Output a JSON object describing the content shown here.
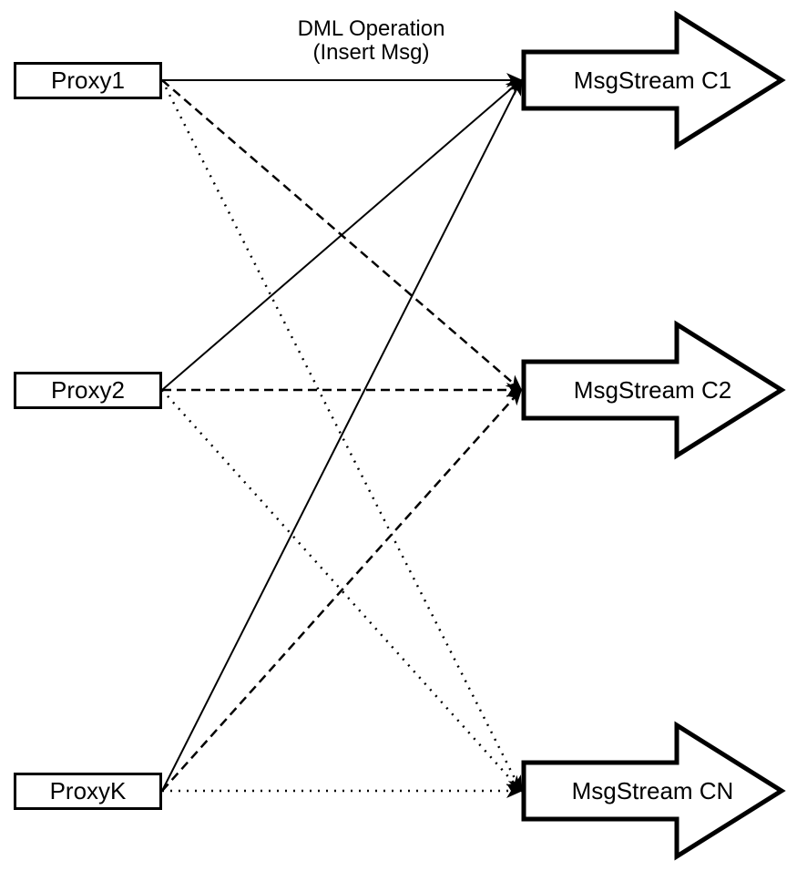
{
  "diagram": {
    "annotation": {
      "line1": "DML Operation",
      "line2": "(Insert Msg)"
    },
    "proxies": [
      {
        "id": "proxy1",
        "label": "Proxy1"
      },
      {
        "id": "proxy2",
        "label": "Proxy2"
      },
      {
        "id": "proxyk",
        "label": "ProxyK"
      }
    ],
    "streams": [
      {
        "id": "c1",
        "label": "MsgStream C1"
      },
      {
        "id": "c2",
        "label": "MsgStream C2"
      },
      {
        "id": "cn",
        "label": "MsgStream CN"
      }
    ],
    "edges": [
      {
        "from": "proxy1",
        "to": "c1",
        "style": "solid"
      },
      {
        "from": "proxy2",
        "to": "c1",
        "style": "solid"
      },
      {
        "from": "proxyk",
        "to": "c1",
        "style": "solid"
      },
      {
        "from": "proxy1",
        "to": "c2",
        "style": "dashed"
      },
      {
        "from": "proxy2",
        "to": "c2",
        "style": "dashed"
      },
      {
        "from": "proxyk",
        "to": "c2",
        "style": "dashed"
      },
      {
        "from": "proxy1",
        "to": "cn",
        "style": "dotted"
      },
      {
        "from": "proxy2",
        "to": "cn",
        "style": "dotted"
      },
      {
        "from": "proxyk",
        "to": "cn",
        "style": "dotted"
      }
    ],
    "colors": {
      "stroke": "#000000",
      "fill": "#ffffff"
    }
  }
}
